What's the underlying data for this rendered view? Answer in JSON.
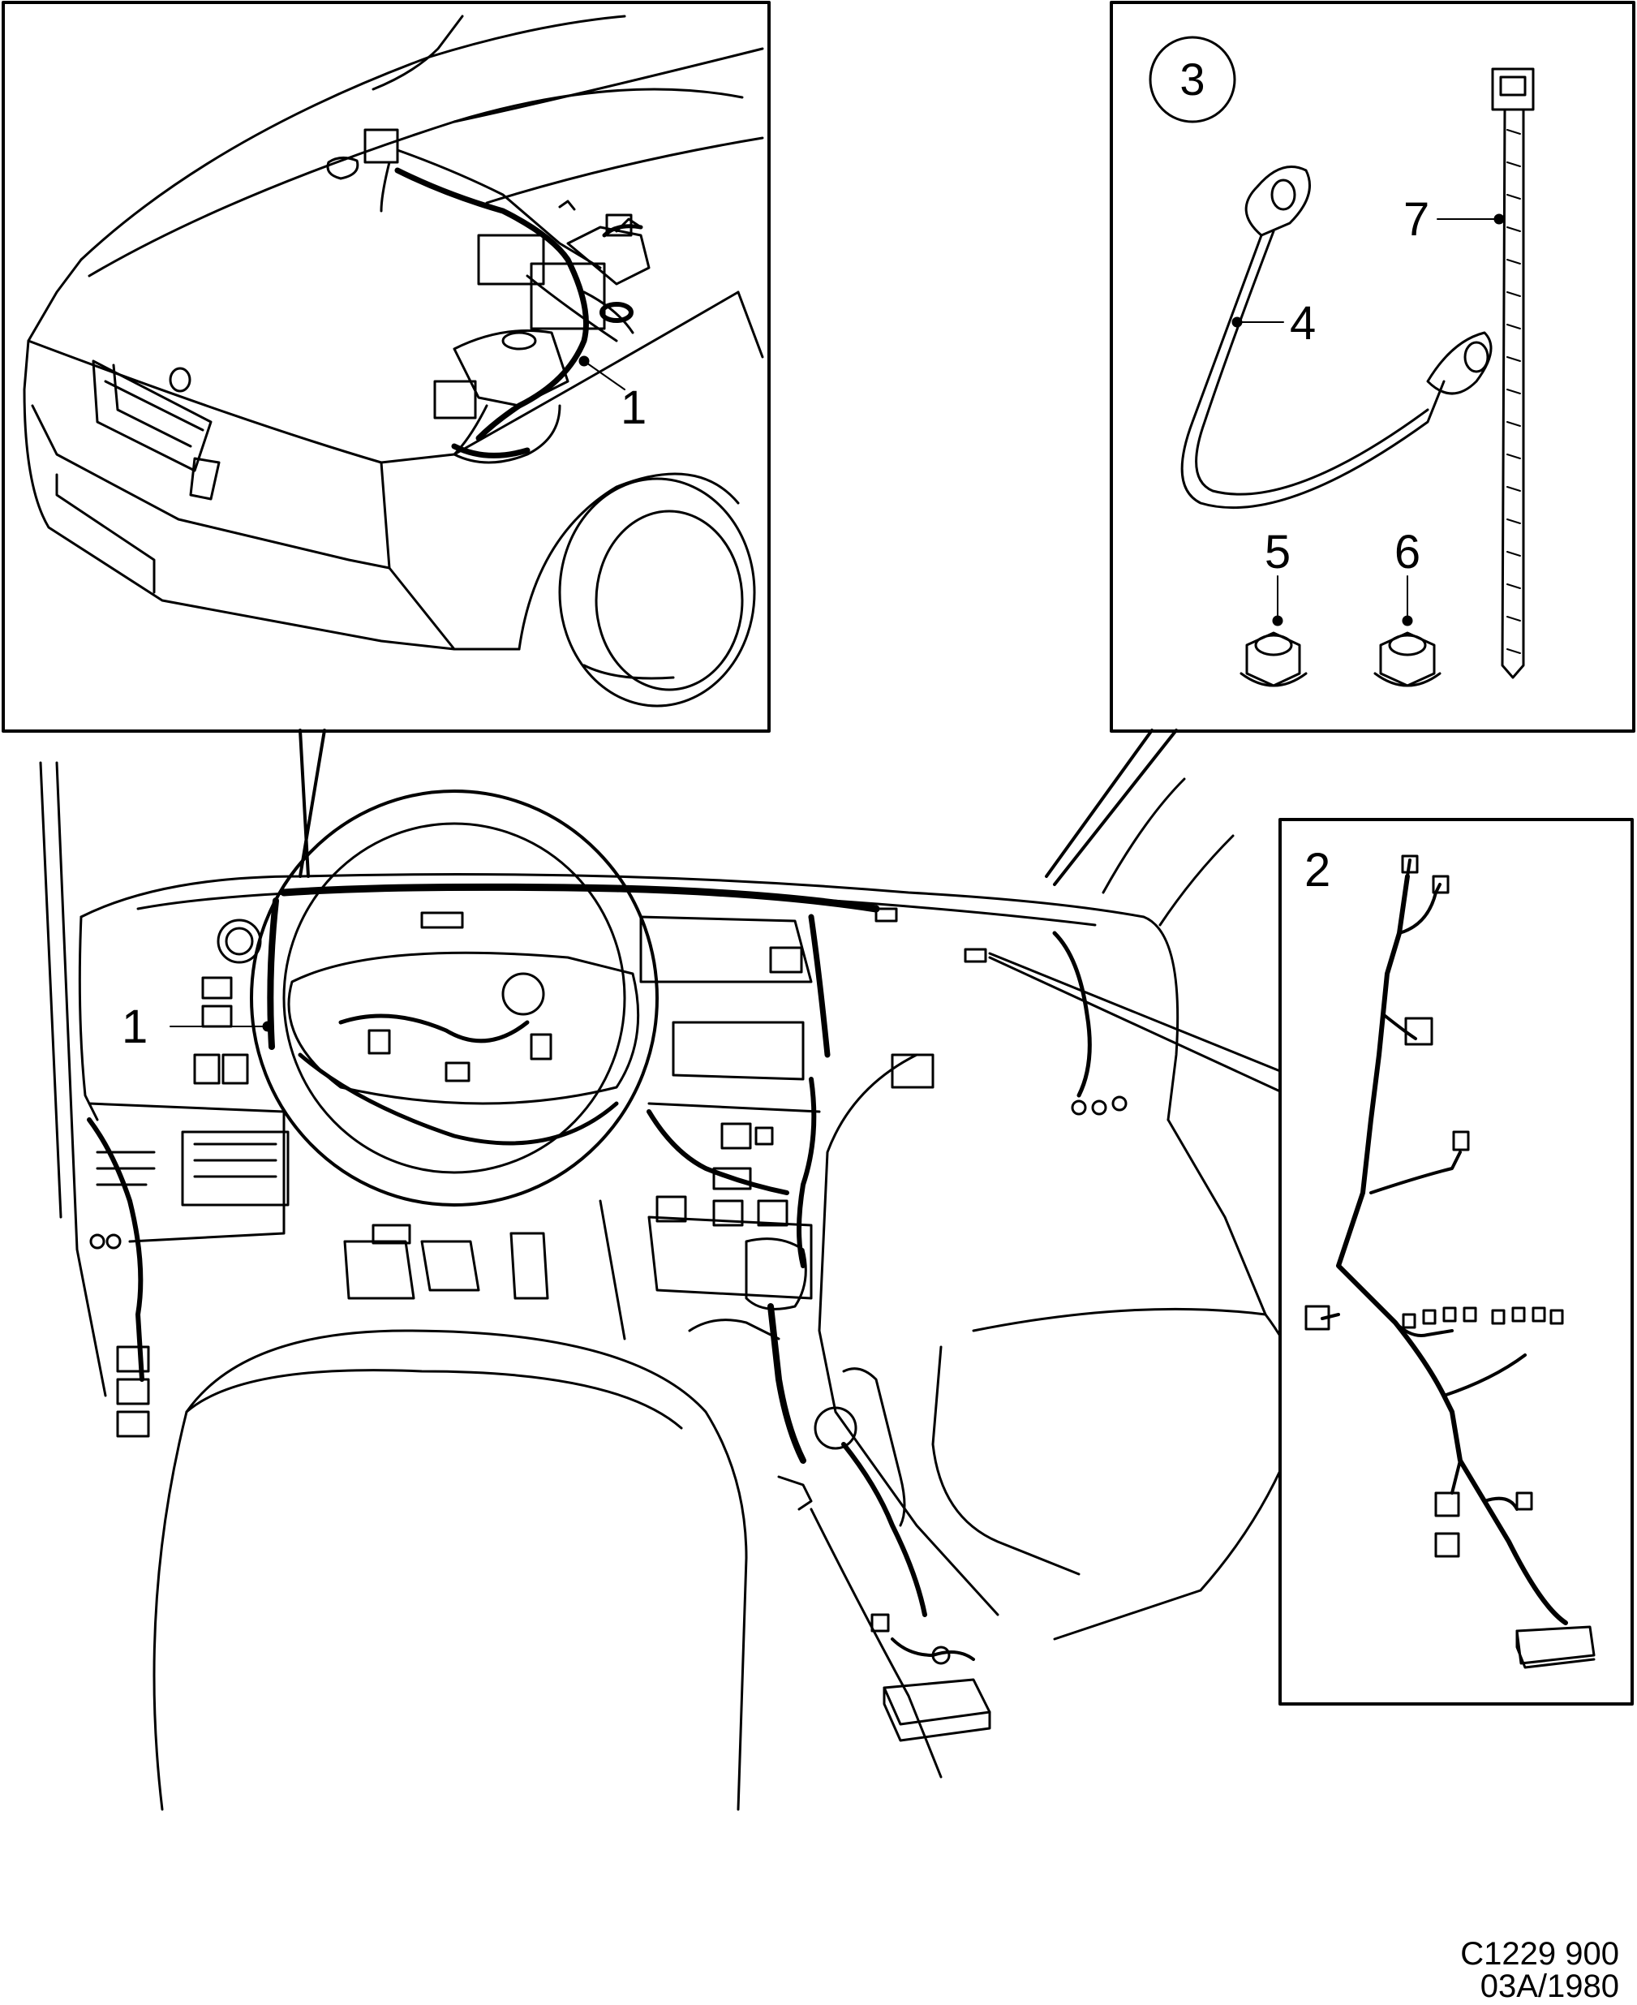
{
  "callouts": {
    "engine_harness": "1",
    "dash_harness": "1",
    "sub_harness": "2",
    "parts_kit": "3",
    "ground_strap": "4",
    "nut_a": "5",
    "nut_b": "6",
    "cable_tie": "7"
  },
  "footer": {
    "drawing_number": "C1229 900",
    "revision": "03A/1980"
  },
  "colors": {
    "line": "#000000",
    "background": "#ffffff"
  }
}
